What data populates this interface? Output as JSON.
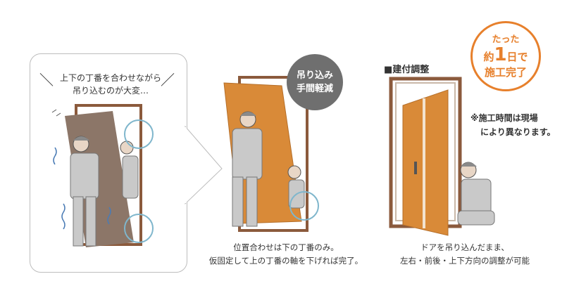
{
  "left_panel": {
    "speech_line1": "上下の丁番を合わせながら",
    "speech_line2": "吊り込むのが大変…"
  },
  "middle_panel": {
    "badge_line1": "吊り込み",
    "badge_line2": "手間軽減",
    "caption_line1": "位置合わせは下の丁番のみ。",
    "caption_line2": "仮固定して上の丁番の軸を下げれば完了。"
  },
  "right_panel": {
    "heading": "■建付調整",
    "caption_line1": "ドアを吊り込んだまま、",
    "caption_line2": "左右・前後・上下方向の調整が可能",
    "note_line1": "※施工時間は現場",
    "note_line2": "により異なります。"
  },
  "callout": {
    "line1": "たった",
    "line2_prefix": "約",
    "line2_number": "1",
    "line2_suffix": "日で",
    "line3": "施工完了"
  },
  "colors": {
    "door_orange": "#d98a38",
    "door_brown": "#8c7668",
    "frame_brown": "#8b5a3c",
    "highlight_circle": "#7fb6cc",
    "accent_orange": "#e7802c",
    "badge_gray": "#6f6f6f"
  }
}
